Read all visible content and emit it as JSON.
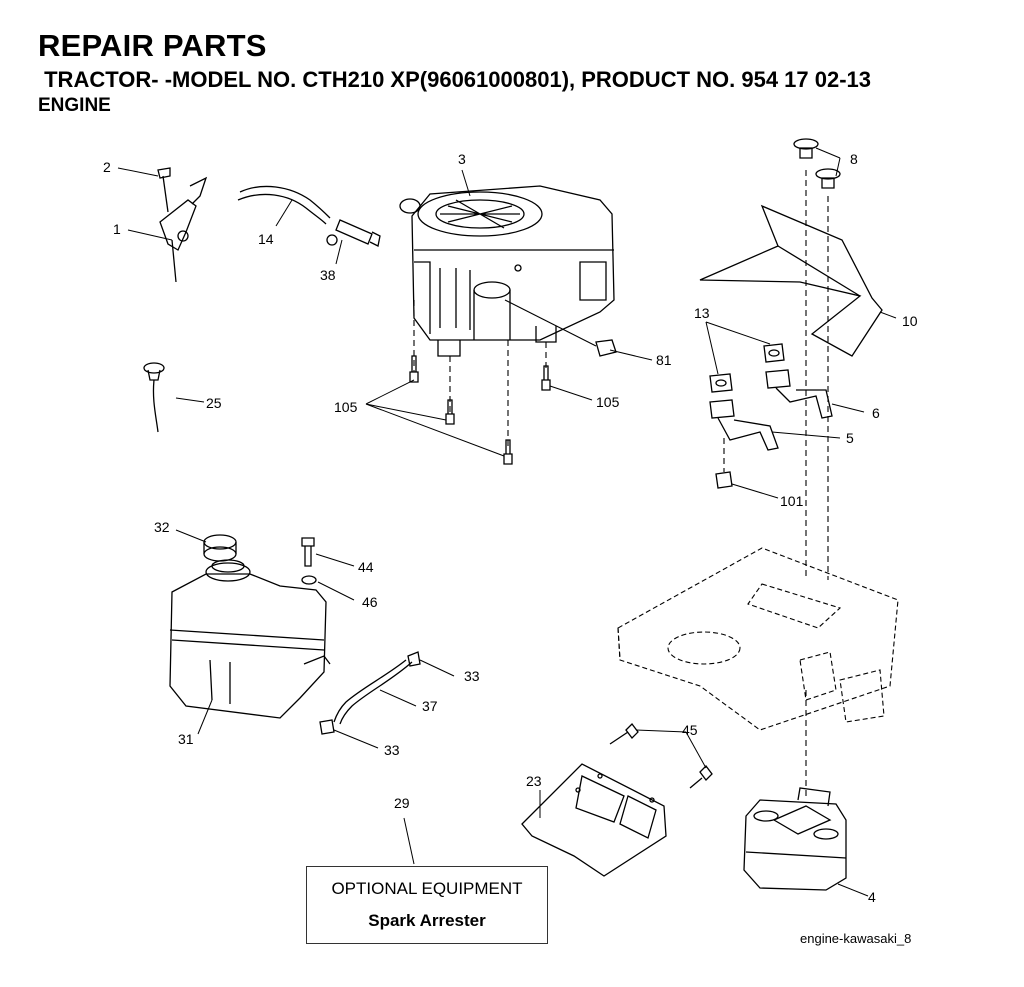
{
  "header": {
    "title": "REPAIR PARTS",
    "subtitle": " TRACTOR- -MODEL NO. CTH210 XP(96061000801), PRODUCT NO. 954 17 02-13",
    "section": "ENGINE"
  },
  "callouts": {
    "c1": "1",
    "c2": "2",
    "c3": "3",
    "c4": "4",
    "c5": "5",
    "c6": "6",
    "c8": "8",
    "c10": "10",
    "c13": "13",
    "c14": "14",
    "c23": "23",
    "c25": "25",
    "c29": "29",
    "c31": "31",
    "c32": "32",
    "c33a": "33",
    "c33b": "33",
    "c37": "37",
    "c38": "38",
    "c44": "44",
    "c45": "45",
    "c46": "46",
    "c81": "81",
    "c101": "101",
    "c105a": "105",
    "c105b": "105"
  },
  "note": {
    "line1": "OPTIONAL EQUIPMENT",
    "line2": "Spark Arrester"
  },
  "figure_id": "engine-kawasaki_8"
}
